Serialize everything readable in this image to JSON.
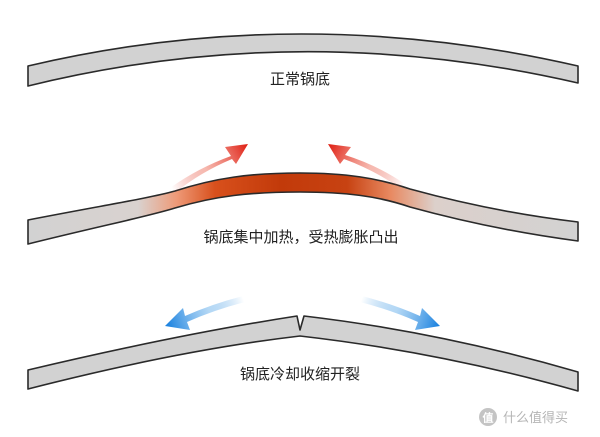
{
  "stages": [
    {
      "label": "正常锅底"
    },
    {
      "label": "锅底集中加热，受热膨胀凸出"
    },
    {
      "label": "锅底冷却收缩开裂"
    }
  ],
  "watermark": {
    "icon": "zhi-logo-icon",
    "text": "什么值得买"
  },
  "colors": {
    "pan_fill": "#d2d2d2",
    "pan_stroke": "#2a2a2a",
    "heat_core": "#c23a0a",
    "heat_arrow": "#e23322",
    "cool_arrow": "#2f8fe0"
  }
}
